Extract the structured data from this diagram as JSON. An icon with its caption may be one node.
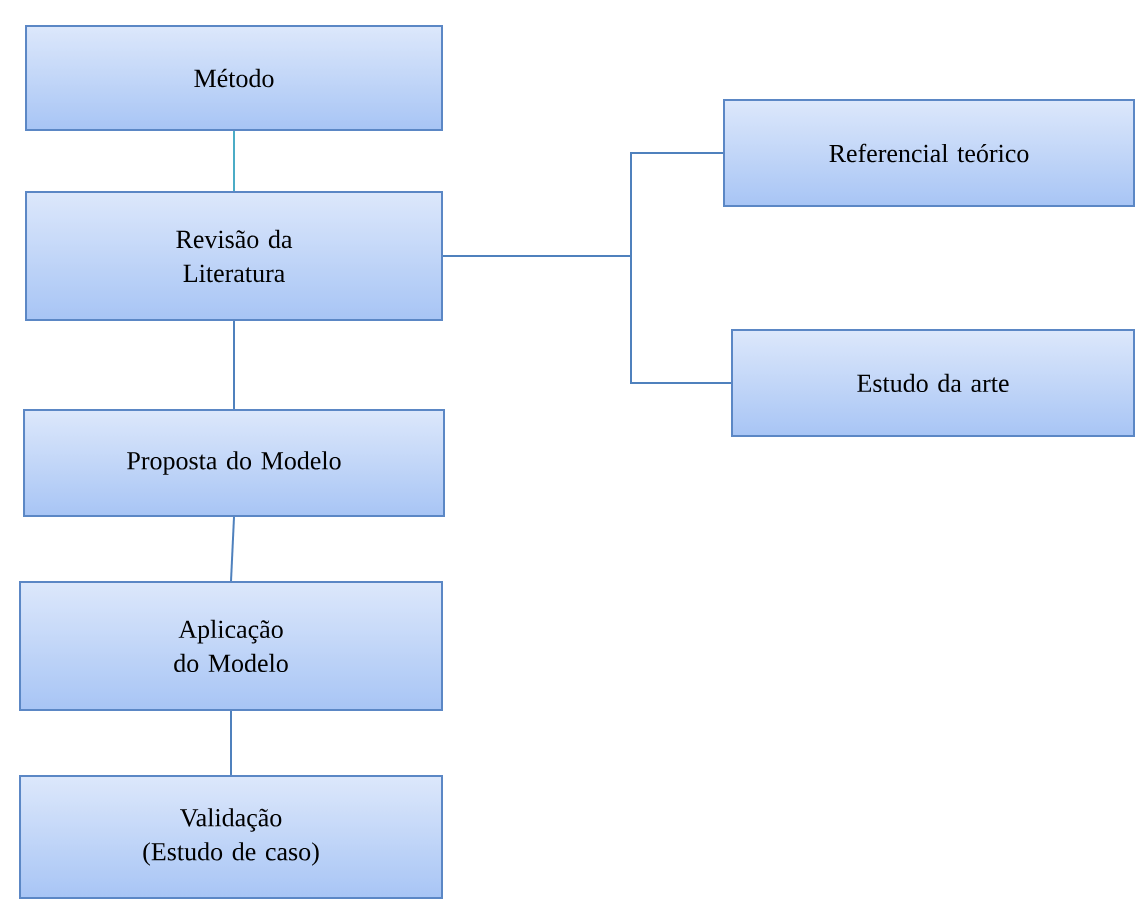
{
  "diagram": {
    "nodes": [
      {
        "text": [
          "Método"
        ]
      },
      {
        "text": [
          "Revisão da Literatura"
        ]
      },
      {
        "text": [
          "Proposta do Modelo"
        ]
      },
      {
        "text": [
          "Aplicação do Modelo"
        ]
      },
      {
        "text": [
          "Validação (Estudo de caso)"
        ]
      },
      {
        "text": [
          "Referencial teórico"
        ]
      },
      {
        "text": [
          "Estudo da arte"
        ]
      }
    ],
    "edges": [
      {
        "from": 0,
        "to": 1,
        "arrow": "none",
        "color": "#4bacc6"
      },
      {
        "from": 1,
        "to": 2,
        "arrow": "none"
      },
      {
        "from": 2,
        "to": 3,
        "arrow": "none"
      },
      {
        "from": 3,
        "to": 4,
        "arrow": "none"
      },
      {
        "from": 1,
        "to": 5,
        "arrow": "none"
      },
      {
        "from": 1,
        "to": 6,
        "arrow": "none"
      }
    ]
  }
}
